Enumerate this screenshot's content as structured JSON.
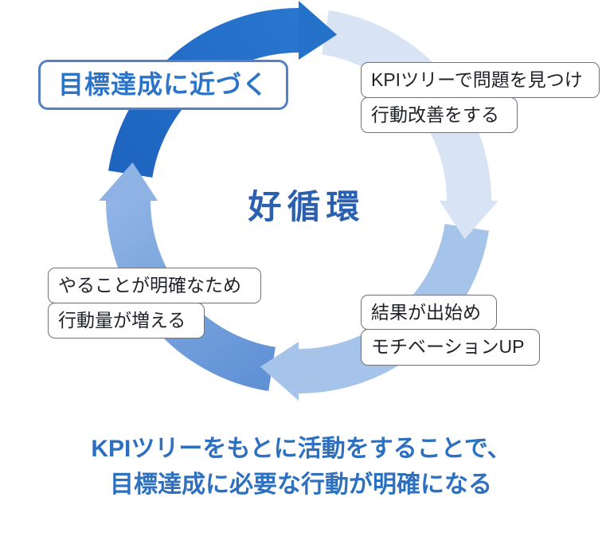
{
  "cycle": {
    "center_label": "好循環",
    "goal_box": {
      "label": "目標達成に近づく"
    },
    "top_right_box": {
      "line1": "KPIツリーで問題を見つけ",
      "line2": "行動改善をする"
    },
    "left_box": {
      "line1": "やることが明確なため",
      "line2": "行動量が増える"
    },
    "right_box": {
      "line1": "結果が出始め",
      "line2": "モチベーションUP"
    },
    "caption": {
      "line1": "KPIツリーをもとに活動をすることで、",
      "line2": "目標達成に必要な行動が明確になる"
    },
    "colors": {
      "arc_dark_tail": "#1d64be",
      "arc_dark_head": "#2a78d1",
      "arc_dark_arrow": "#2472c9",
      "arc_pale": "#d8e4f4",
      "arc_light": "#a6c4ea",
      "arc_medium_tail": "#5e90d5",
      "arc_medium_head": "#95b7e6",
      "arc_medium_arrow": "#8fb2e4",
      "goal_text": "#2b74c8",
      "goal_border": "#5580c3",
      "center_text": "#2b5fb0",
      "caption_text": "#2e70c0",
      "box_border": "#6e7278",
      "box_text": "#1f2227"
    }
  }
}
